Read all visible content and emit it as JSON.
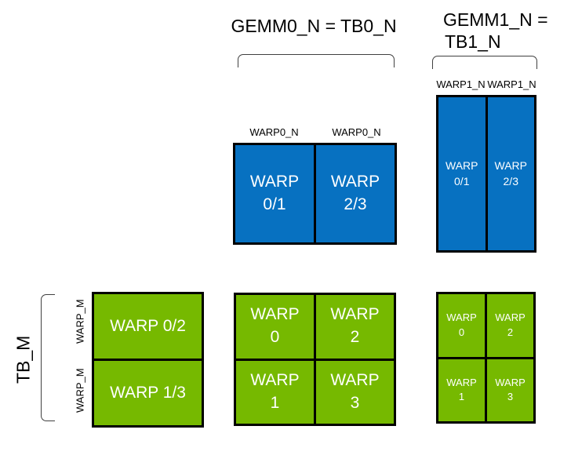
{
  "colors": {
    "blue": "#0771C1",
    "green": "#76B900",
    "tile_border": "#000000",
    "cell_text": "#FFFFFF",
    "label_text": "#000000",
    "bracket": "#404040",
    "background": "#FFFFFF"
  },
  "labels": {
    "gemm0_title": "GEMM0_N = TB0_N",
    "gemm1_title_line1": "GEMM1_N =",
    "gemm1_title_line2": "TB1_N",
    "warp0_n": "WARP0_N",
    "warp1_n": "WARP1_N",
    "warp_m": "WARP_M",
    "tb_m": "TB_M"
  },
  "tiles": {
    "gemm0_b": {
      "color": "#0771C1",
      "cells": [
        {
          "l1": "WARP",
          "l2": "0/1"
        },
        {
          "l1": "WARP",
          "l2": "2/3"
        }
      ]
    },
    "gemm1_b": {
      "color": "#0771C1",
      "cells": [
        {
          "l1": "WARP",
          "l2": "0/1"
        },
        {
          "l1": "WARP",
          "l2": "2/3"
        }
      ]
    },
    "a_tile": {
      "color": "#76B900",
      "rows": [
        "WARP 0/2",
        "WARP 1/3"
      ]
    },
    "gemm0_acc": {
      "color": "#76B900",
      "cells": [
        {
          "l1": "WARP",
          "l2": "0"
        },
        {
          "l1": "WARP",
          "l2": "2"
        },
        {
          "l1": "WARP",
          "l2": "1"
        },
        {
          "l1": "WARP",
          "l2": "3"
        }
      ]
    },
    "gemm1_acc": {
      "color": "#76B900",
      "cells": [
        {
          "l1": "WARP",
          "l2": "0"
        },
        {
          "l1": "WARP",
          "l2": "2"
        },
        {
          "l1": "WARP",
          "l2": "1"
        },
        {
          "l1": "WARP",
          "l2": "3"
        }
      ]
    }
  }
}
